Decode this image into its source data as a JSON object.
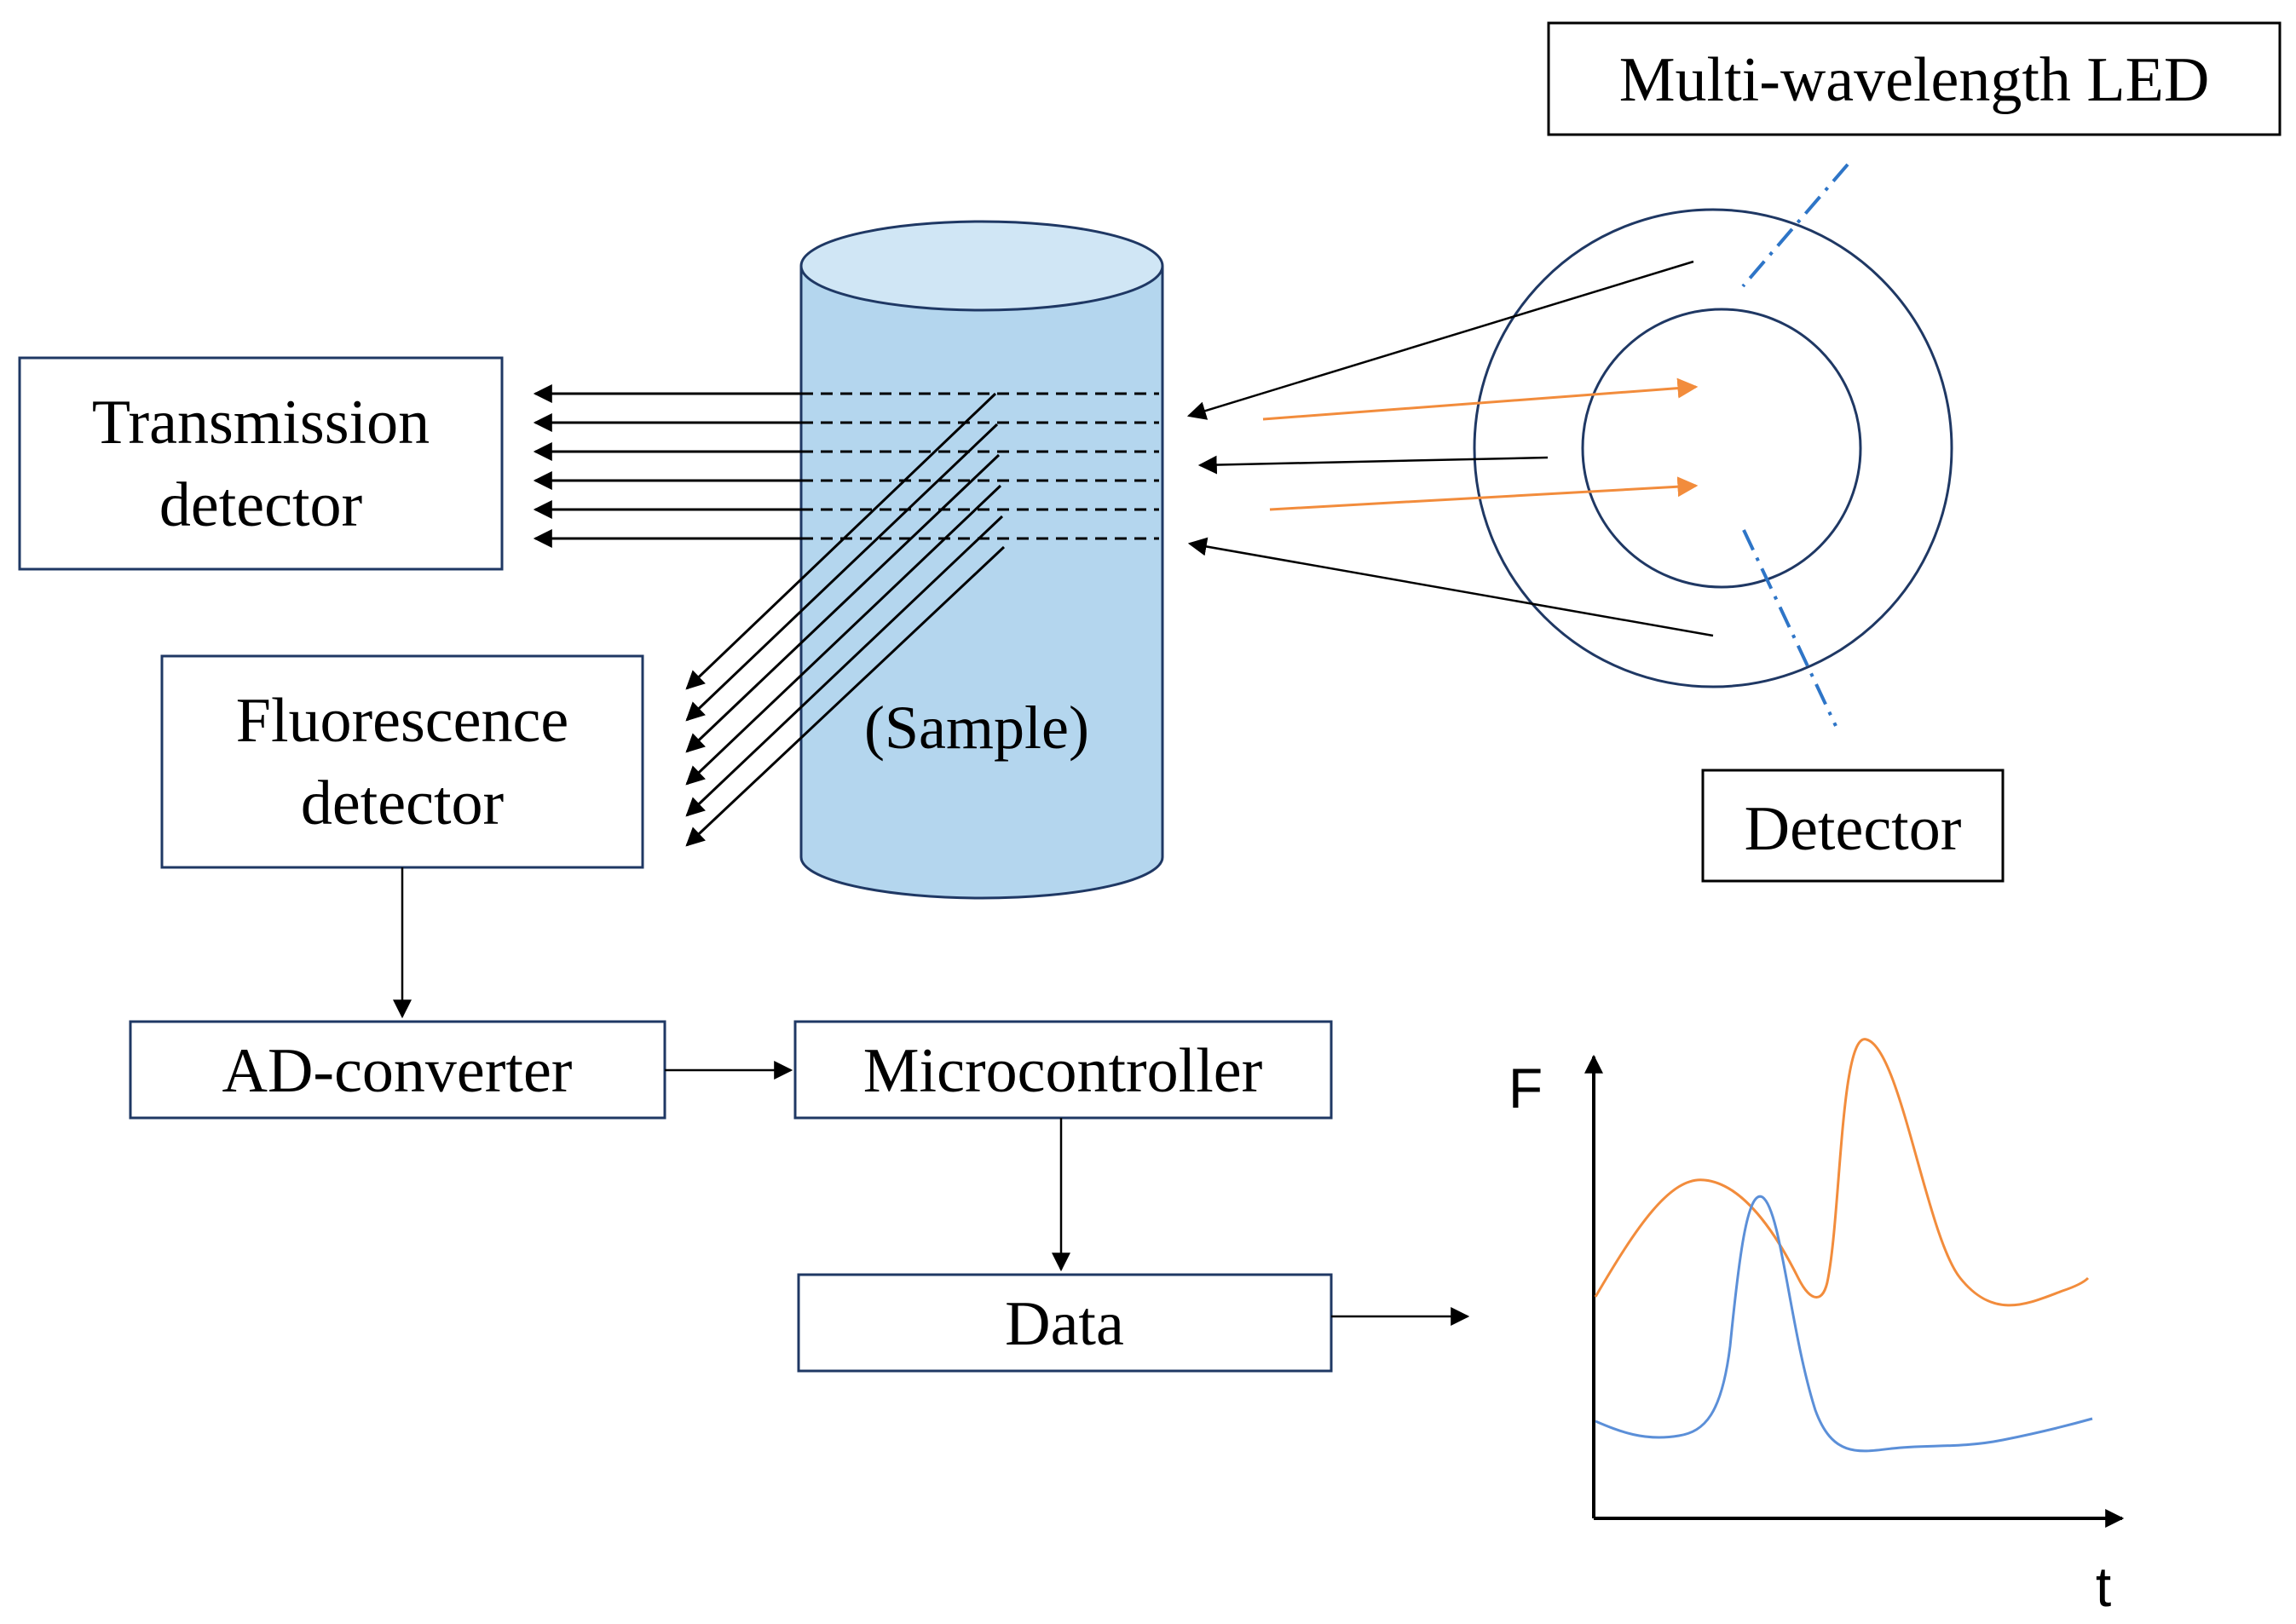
{
  "boxes": {
    "led": "Multi-wavelength LED",
    "transmission_line1": "Transmission",
    "transmission_line2": "detector",
    "fluorescence_line1": "Fluorescence",
    "fluorescence_line2": "detector",
    "detector": "Detector",
    "ad_converter": "AD-converter",
    "microcontroller": "Microcontroller",
    "data": "Data"
  },
  "sample_label": "(Sample)",
  "graph": {
    "y_axis_label": "F",
    "x_axis_label": "t",
    "series_colors": {
      "orange": "#f28c3c",
      "blue": "#5b8fd8"
    }
  },
  "colors": {
    "box_stroke": "#1f3864",
    "cylinder_fill": "#b4d6ee",
    "cylinder_top_fill": "#d0e6f5",
    "led_axis_line": "#2e75c7",
    "excitation_arrow": "#f28c3c"
  }
}
